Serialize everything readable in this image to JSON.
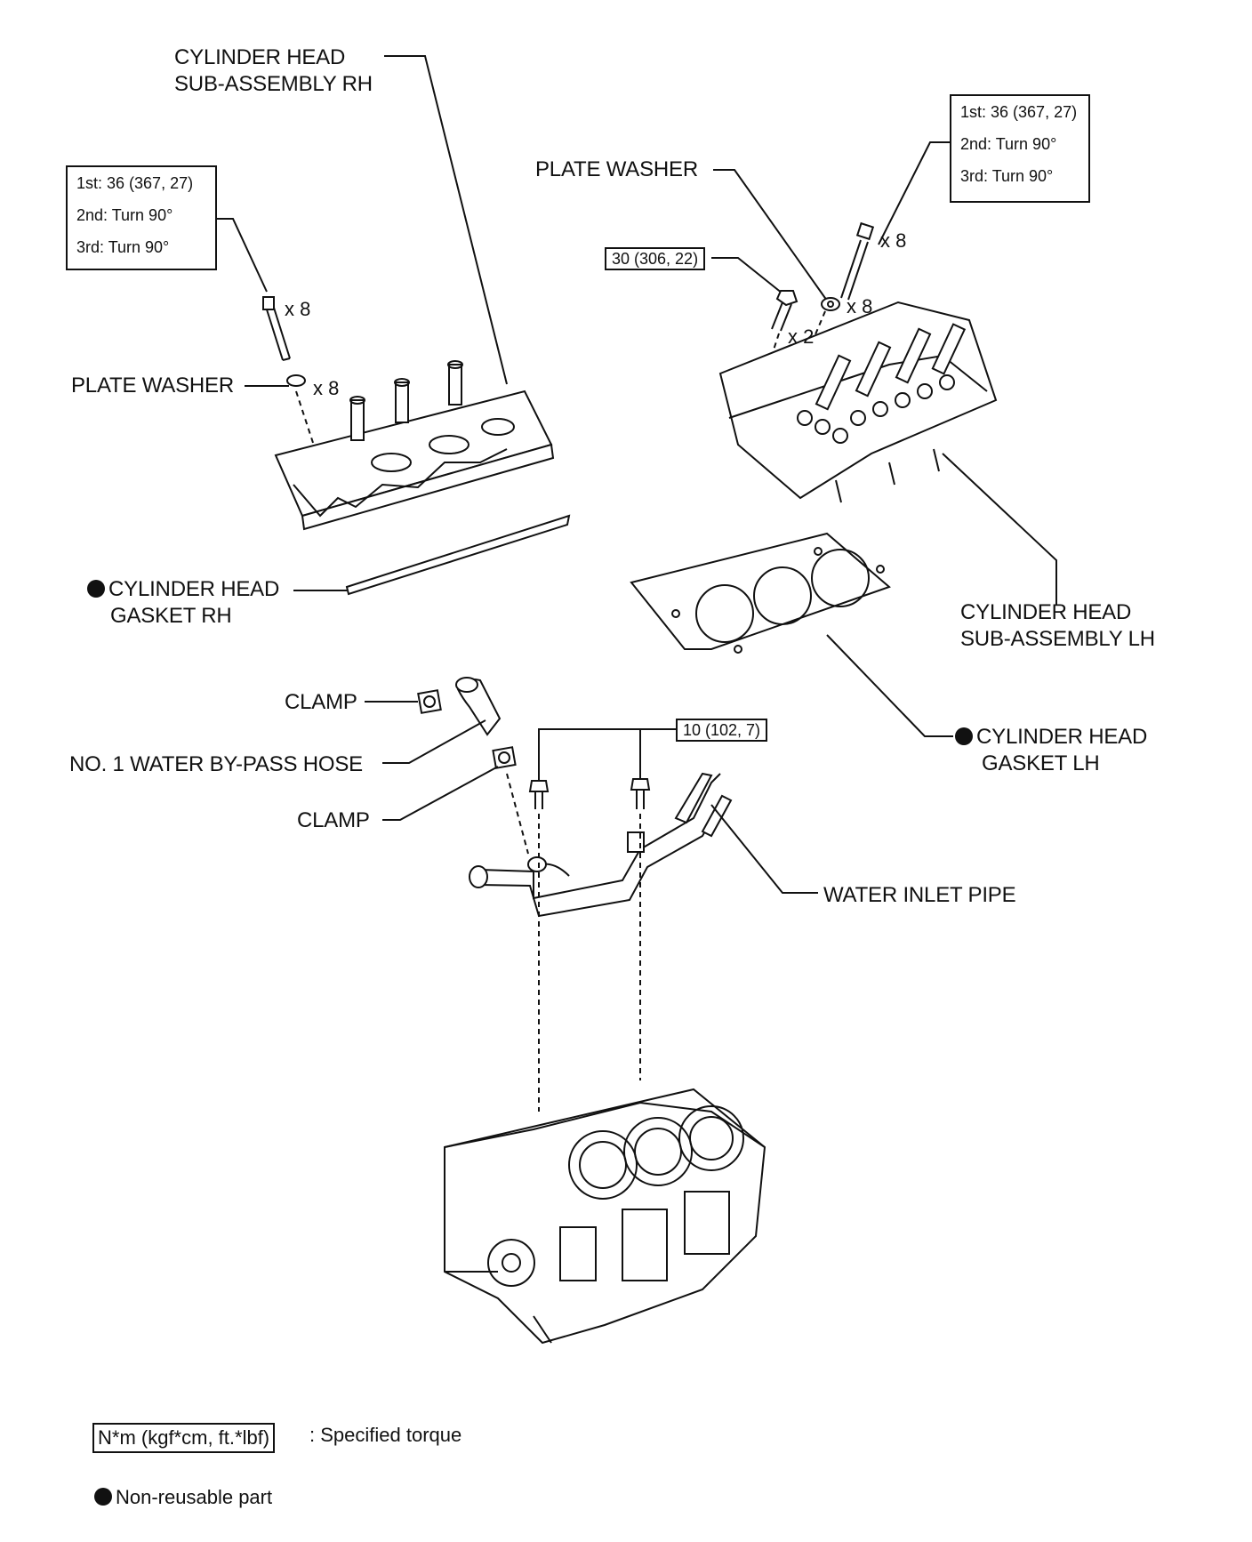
{
  "labels": {
    "cyl_head_rh_l1": "CYLINDER HEAD",
    "cyl_head_rh_l2": "SUB-ASSEMBLY RH",
    "cyl_head_lh_l1": "CYLINDER HEAD",
    "cyl_head_lh_l2": "SUB-ASSEMBLY LH",
    "plate_washer_left": "PLATE WASHER",
    "plate_washer_right": "PLATE WASHER",
    "gasket_rh_l1": "CYLINDER HEAD",
    "gasket_rh_l2": "GASKET RH",
    "gasket_lh_l1": "CYLINDER HEAD",
    "gasket_lh_l2": "GASKET LH",
    "clamp_upper": "CLAMP",
    "clamp_lower": "CLAMP",
    "bypass_hose": "NO. 1 WATER BY-PASS HOSE",
    "water_inlet_pipe": "WATER INLET PIPE"
  },
  "torque_left": {
    "r1": "1st: 36 (367, 27)",
    "r2": "2nd: Turn 90°",
    "r3": "3rd: Turn 90°"
  },
  "torque_right": {
    "r1": "1st: 36 (367, 27)",
    "r2": "2nd: Turn 90°",
    "r3": "3rd: Turn 90°"
  },
  "torque_30": "30 (306, 22)",
  "torque_10": "10 (102, 7)",
  "qty": {
    "bolt_left": "x 8",
    "washer_left": "x 8",
    "bolt_right": "x 8",
    "washer_right": "x 8",
    "bolt_30": "x 2"
  },
  "legend": {
    "torque_unit": "N*m (kgf*cm, ft.*lbf)",
    "torque_desc": ": Specified torque",
    "nonreusable": "Non-reusable part"
  }
}
